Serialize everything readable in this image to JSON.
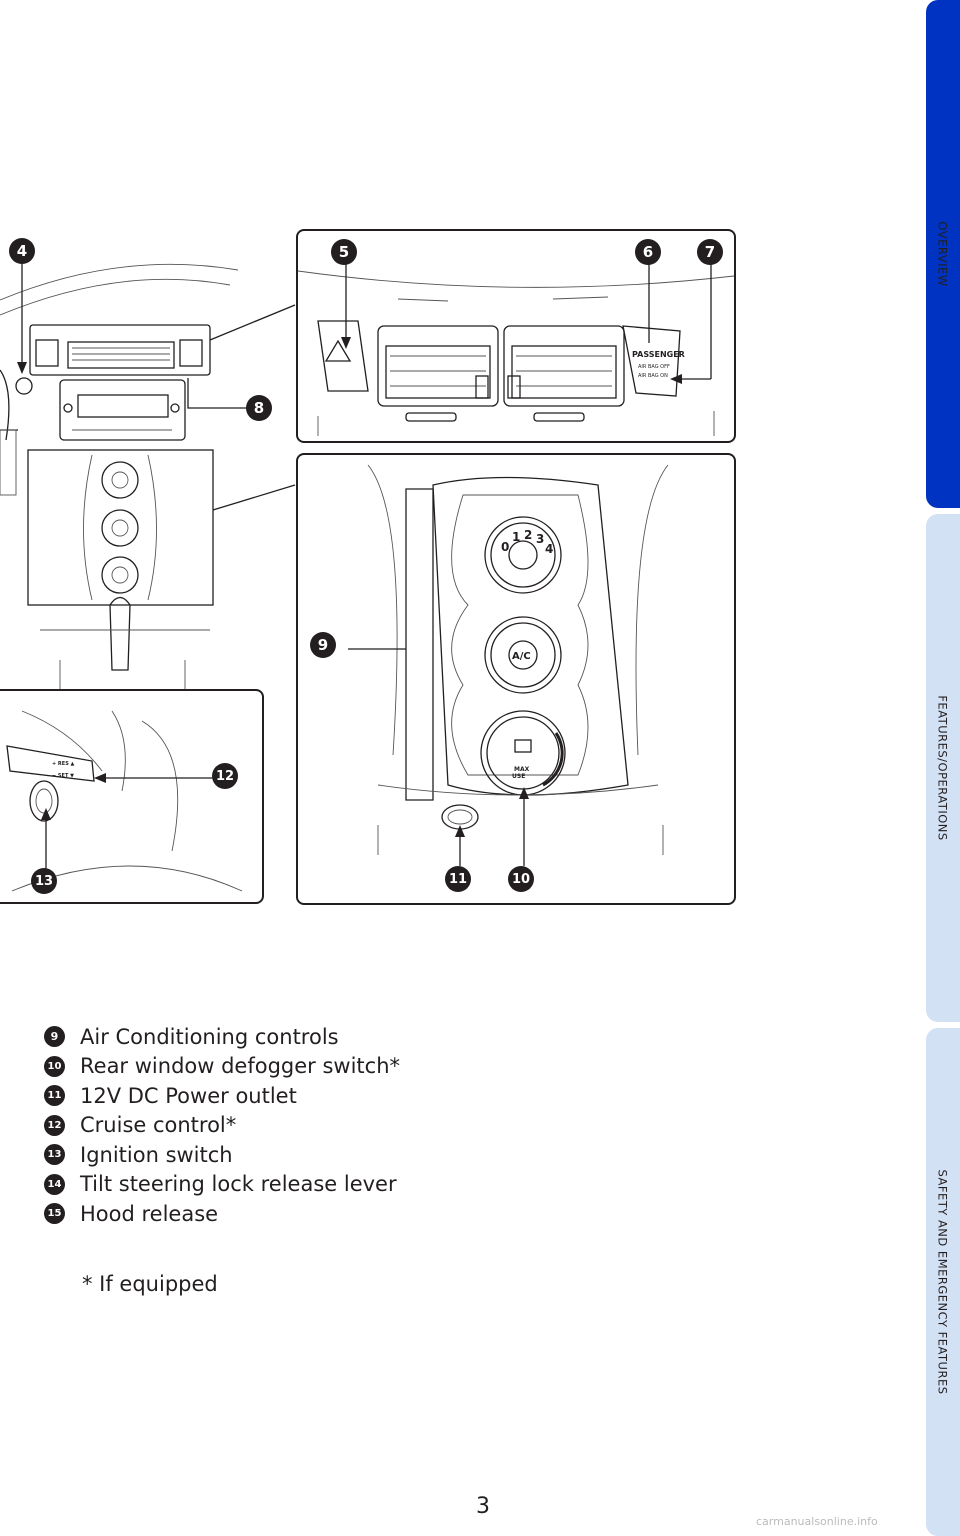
{
  "side_tabs": [
    {
      "label": "OVERVIEW",
      "color": "#0033c1"
    },
    {
      "label": "FEATURES/OPERATIONS",
      "color": "#d3e1f5"
    },
    {
      "label": "SAFETY AND EMERGENCY FEATURES",
      "color": "#d3e1f5"
    }
  ],
  "callouts": {
    "c4": "4",
    "c5": "5",
    "c6": "6",
    "c7": "7",
    "c8": "8",
    "c9": "9",
    "c10": "10",
    "c11": "11",
    "c12": "12",
    "c13": "13"
  },
  "diagram_labels": {
    "passenger": "PASSENGER",
    "airbag_off": "AIR BAG OFF",
    "airbag_on": "AIR BAG ON",
    "ac": "A/C",
    "fan_0": "0",
    "fan_1": "1",
    "fan_2": "2",
    "fan_3": "3",
    "fan_4": "4",
    "res": "+ RES ▲",
    "set": "− SET ▼",
    "max": "MAX",
    "use": "USE"
  },
  "legend": [
    {
      "num": "9",
      "text": "Air Conditioning controls"
    },
    {
      "num": "10",
      "text": "Rear window defogger switch*"
    },
    {
      "num": "11",
      "text": "12V DC Power outlet"
    },
    {
      "num": "12",
      "text": "Cruise control*"
    },
    {
      "num": "13",
      "text": "Ignition switch"
    },
    {
      "num": "14",
      "text": "Tilt steering lock release lever"
    },
    {
      "num": "15",
      "text": "Hood release"
    }
  ],
  "footnote": "* If equipped",
  "page_number": "3",
  "watermark": "carmanualsonline.info"
}
